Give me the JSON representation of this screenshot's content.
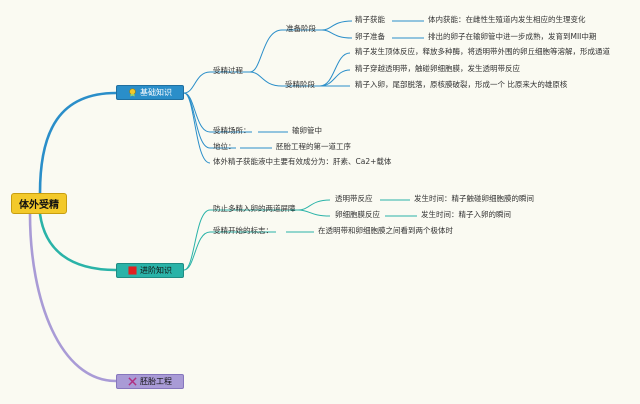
{
  "root": {
    "label": "体外受精"
  },
  "topics": {
    "basic": {
      "label": "基础知识",
      "icon": "award-icon",
      "color": "#2a8ec9"
    },
    "advanced": {
      "label": "进阶知识",
      "icon": "red-square-icon",
      "color": "#2ab3a8"
    },
    "embryo": {
      "label": "胚胎工程",
      "icon": "tools-icon",
      "color": "#a99bd6"
    }
  },
  "basic": {
    "fertilization": "受精过程",
    "prep_stage": "准备阶段",
    "sperm_capacitation": "精子获能",
    "sperm_capacitation_desc": "体内获能：在雌性生殖道内发生相应的生理变化",
    "egg_prep": "卵子准备",
    "egg_prep_desc": "排出的卵子在输卵管中进一步成熟，发育到MII中期",
    "fert_stage": "受精阶段",
    "step1": "精子发生顶体反应，释放多种酶，将透明带外围的卵丘细胞等溶解，形成通道",
    "step2": "精子穿越透明带，触碰卵细胞膜，发生透明带反应",
    "step3": "精子入卵，尾部脱落，原核膜破裂，形成一个 比原来大的雄原核",
    "site_label": "受精场所：",
    "site_value": "输卵管中",
    "status_label": "地位：",
    "status_value": "胚胎工程的第一道工序",
    "medium": "体外精子获能液中主要有效成分为：肝素、Ca2+载体"
  },
  "advanced": {
    "barrier": "防止多精入卵的两道屏障",
    "zona_reaction": "透明带反应",
    "zona_time": "发生时间：精子触碰卵细胞膜的瞬间",
    "membrane_reaction": "卵细胞膜反应",
    "membrane_time": "发生时间：精子入卵的瞬间",
    "sign_label": "受精开始的标志：",
    "sign_value": "在透明带和卵细胞膜之间看到两个极体时"
  },
  "colors": {
    "blue": "#2a8ec9",
    "teal": "#2ab3a8",
    "purple": "#a99bd6",
    "yellow": "#f3c92a"
  }
}
